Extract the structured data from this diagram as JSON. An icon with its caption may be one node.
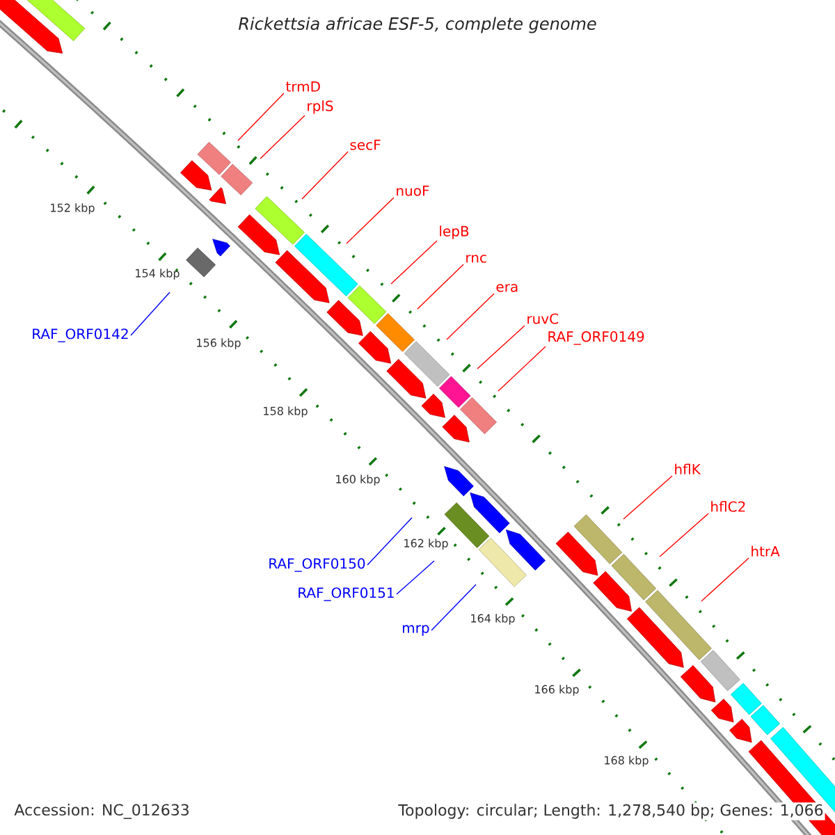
{
  "diagram": {
    "title": "Rickettsia africae ESF-5, complete genome",
    "nodes": [
      {
        "text": [
          "trmD"
        ]
      },
      {
        "text": [
          "rplS"
        ]
      },
      {
        "text": [
          "secF"
        ]
      },
      {
        "text": [
          "nuoF"
        ]
      },
      {
        "text": [
          "lepB"
        ]
      },
      {
        "text": [
          "rnc"
        ]
      },
      {
        "text": [
          "era"
        ]
      },
      {
        "text": [
          "ruvC"
        ]
      },
      {
        "text": [
          "RAF_ORF0149"
        ]
      },
      {
        "text": [
          "RAF_ORF0142"
        ]
      },
      {
        "text": [
          "RAF_ORF0150"
        ]
      },
      {
        "text": [
          "RAF_ORF0151"
        ]
      },
      {
        "text": [
          "mrp"
        ]
      },
      {
        "text": [
          "hflK"
        ]
      },
      {
        "text": [
          "hflC2"
        ]
      },
      {
        "text": [
          "htrA"
        ]
      }
    ],
    "edges": [
      {
        "from": 0,
        "to": null,
        "arrow": "none"
      },
      {
        "from": 1,
        "to": null,
        "arrow": "none"
      },
      {
        "from": 2,
        "to": null,
        "arrow": "none"
      },
      {
        "from": 3,
        "to": null,
        "arrow": "none"
      },
      {
        "from": 4,
        "to": null,
        "arrow": "none"
      },
      {
        "from": 5,
        "to": null,
        "arrow": "none"
      },
      {
        "from": 6,
        "to": null,
        "arrow": "none"
      },
      {
        "from": 7,
        "to": null,
        "arrow": "none"
      },
      {
        "from": 8,
        "to": null,
        "arrow": "none"
      },
      {
        "from": 9,
        "to": null,
        "arrow": "none",
        "color": "#0000ff"
      },
      {
        "from": 10,
        "to": null,
        "arrow": "none",
        "color": "#0000ff"
      },
      {
        "from": 11,
        "to": null,
        "arrow": "none",
        "color": "#0000ff"
      },
      {
        "from": 12,
        "to": null,
        "arrow": "none",
        "color": "#0000ff"
      },
      {
        "from": 13,
        "to": null,
        "arrow": "none"
      },
      {
        "from": 14,
        "to": null,
        "arrow": "none"
      },
      {
        "from": 15,
        "to": null,
        "arrow": "none"
      }
    ],
    "labels": [
      "152 kbp",
      "154 kbp",
      "156 kbp",
      "158 kbp",
      "160 kbp",
      "162 kbp",
      "164 kbp",
      "166 kbp",
      "168 kbp",
      "Accession: NC_012633",
      "Topology: circular; Length: 1,278,540 bp; Genes: 1,066"
    ]
  }
}
